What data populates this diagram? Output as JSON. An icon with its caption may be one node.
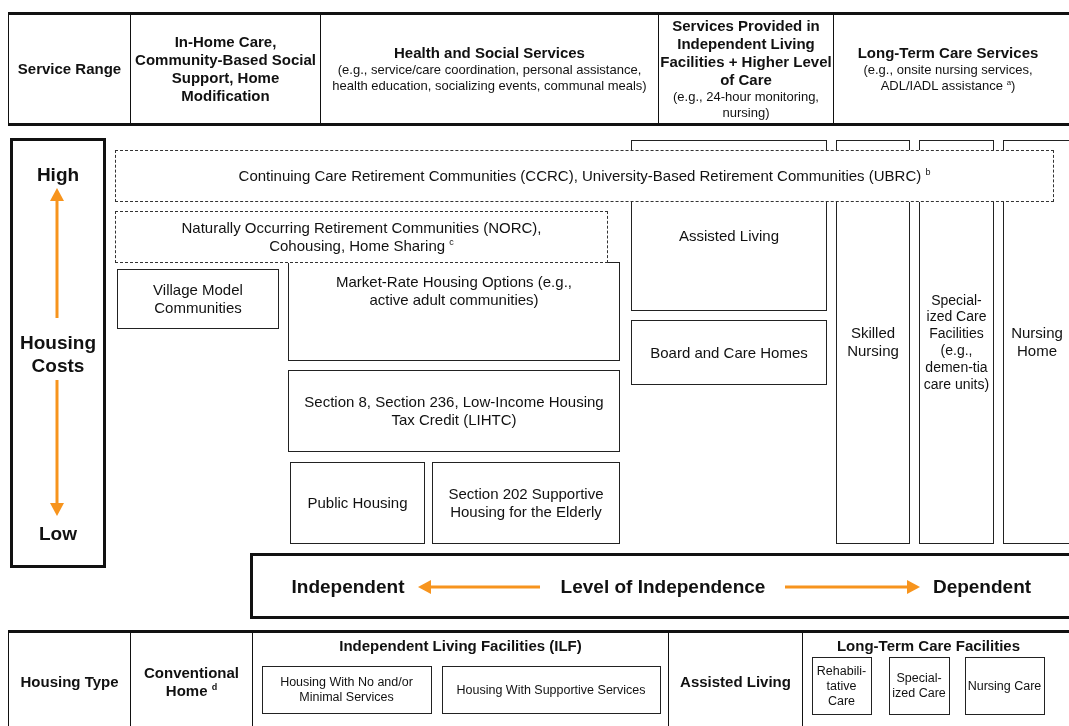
{
  "diagram": {
    "nodes": [
      {
        "text": [
          "Service Range"
        ]
      },
      {
        "text": [
          "In-Home Care, Community-Based Social Support, Home Modification"
        ]
      },
      {
        "text": [
          "Health and Social Services",
          "(e.g., service/care coordination, personal assistance, health education, socializing events, communal meals)"
        ]
      },
      {
        "text": [
          "Services Provided in Independent Living Facilities + Higher Level of Care",
          "(e.g., 24-hour monitoring, nursing)"
        ]
      },
      {
        "text": [
          "Long-Term Care Services",
          "(e.g., onsite nursing services, ADL/IADL assistance $^{a}$)"
        ]
      },
      {
        "text": [
          "High",
          "Housing Costs",
          "Low"
        ]
      },
      {
        "text": [
          "Continuing Care Retirement Communities (CCRC), University-Based Retirement Communities (UBRC) $^{b}$"
        ]
      },
      {
        "text": [
          "Naturally Occurring Retirement Communities (NORC), Cohousing, Home Sharing $^{c}$"
        ]
      },
      {
        "text": [
          "Village Model Communities"
        ]
      },
      {
        "text": [
          "Market-Rate Housing Options (e.g., active adult communities)"
        ]
      },
      {
        "text": [
          "Assisted Living"
        ]
      },
      {
        "text": [
          "Skilled Nursing"
        ]
      },
      {
        "text": [
          "Special-ized Care Facilities (e.g., demen-tia care units)"
        ]
      },
      {
        "text": [
          "Nursing Home"
        ]
      },
      {
        "text": [
          "Board and Care Homes"
        ]
      },
      {
        "text": [
          "Section 8, Section 236, Low-Income Housing Tax Credit (LIHTC)"
        ]
      },
      {
        "text": [
          "Public Housing"
        ]
      },
      {
        "text": [
          "Section 202 Supportive Housing for the Elderly"
        ]
      },
      {
        "text": [
          "Independent",
          "Level of Independence",
          "Dependent"
        ]
      },
      {
        "text": [
          "Housing Type"
        ]
      },
      {
        "text": [
          "Conventional Home $^{d}$"
        ]
      },
      {
        "text": [
          "Independent Living Facilities (ILF)"
        ]
      },
      {
        "text": [
          "Housing With No and/or Minimal Services"
        ],
        "in": 21
      },
      {
        "text": [
          "Housing With Supportive Services"
        ],
        "in": 21
      },
      {
        "text": [
          "Assisted Living"
        ]
      },
      {
        "text": [
          "Long-Term Care Facilities"
        ]
      },
      {
        "text": [
          "Rehabili-tative Care"
        ],
        "in": 25
      },
      {
        "text": [
          "Special-ized Care"
        ],
        "in": 25
      },
      {
        "text": [
          "Nursing Care"
        ],
        "in": 25
      }
    ]
  }
}
